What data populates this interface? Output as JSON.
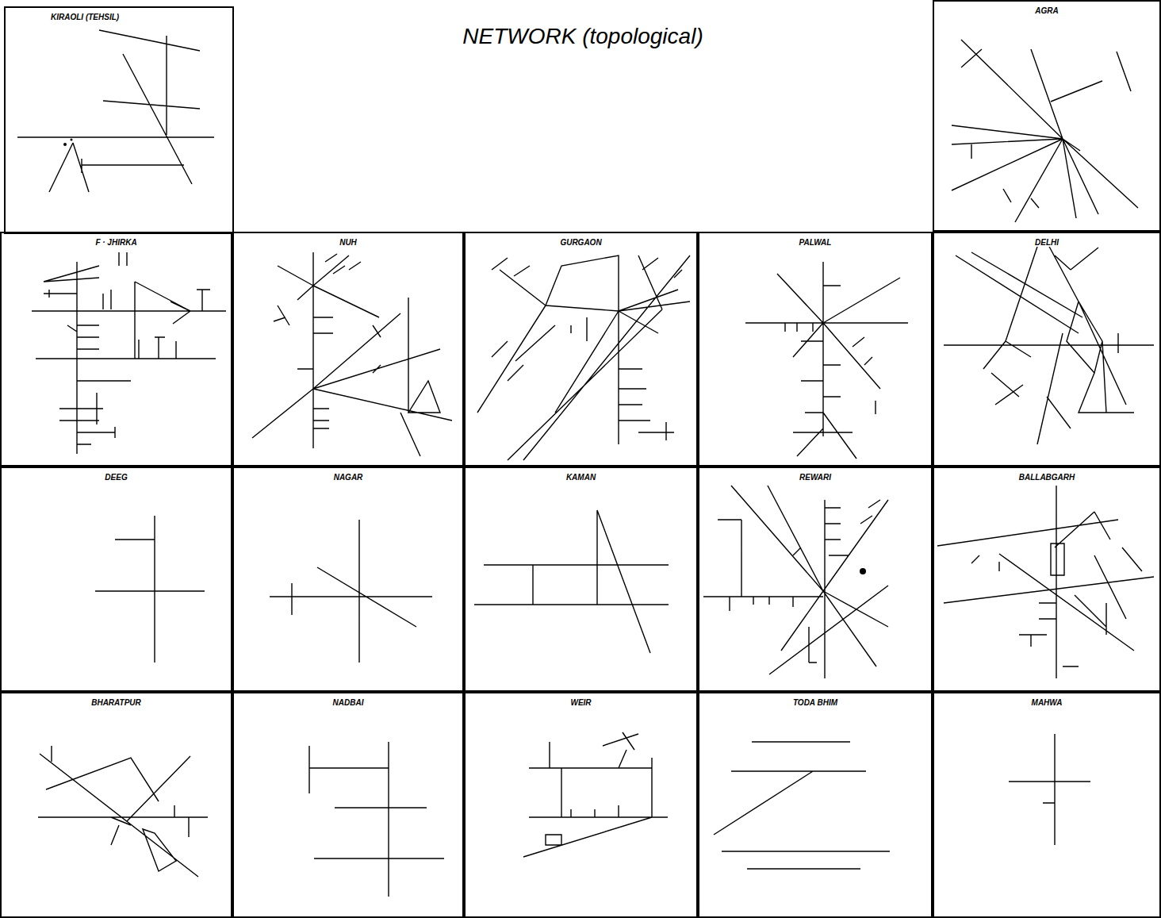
{
  "diagram": {
    "title": "NETWORK (topological)",
    "nodes": [
      {
        "text": [
          "KIRAOLI (TEHSIL)"
        ]
      },
      {
        "text": [
          "AGRA"
        ]
      },
      {
        "text": [
          "F · JHIRKA"
        ]
      },
      {
        "text": [
          "NUH"
        ]
      },
      {
        "text": [
          "GURGAON"
        ]
      },
      {
        "text": [
          "PALWAL"
        ]
      },
      {
        "text": [
          "DELHI"
        ]
      },
      {
        "text": [
          "DEEG"
        ]
      },
      {
        "text": [
          "NAGAR"
        ]
      },
      {
        "text": [
          "KAMAN"
        ]
      },
      {
        "text": [
          "REWARI"
        ]
      },
      {
        "text": [
          "BALLABGARH"
        ]
      },
      {
        "text": [
          "BHARATPUR"
        ]
      },
      {
        "text": [
          "NADBAI"
        ]
      },
      {
        "text": [
          "WEIR"
        ]
      },
      {
        "text": [
          "TODA BHIM"
        ]
      },
      {
        "text": [
          "MAHWA"
        ]
      }
    ]
  }
}
